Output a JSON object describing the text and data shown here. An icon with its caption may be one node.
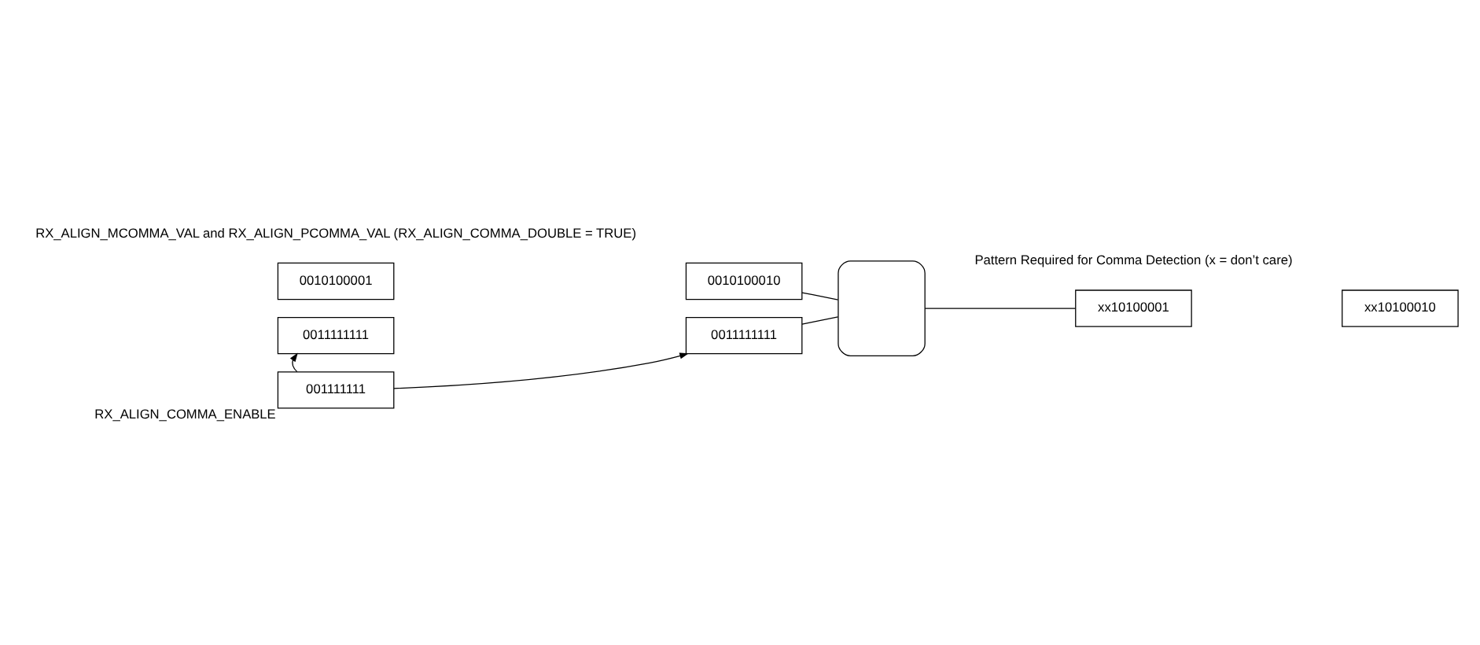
{
  "diagram": {
    "nodes": [
      {
        "text": [
          "0010100001"
        ]
      },
      {
        "text": [
          "0010100010"
        ]
      },
      {
        "text": [
          "0011111111"
        ]
      },
      {
        "text": [
          "0011111111"
        ]
      },
      {
        "text": [],
        "shape": "gate"
      },
      {
        "text": [
          "xx10100001"
        ]
      },
      {
        "text": [
          "xx10100010"
        ]
      },
      {
        "text": [
          "001111111"
        ],
        "beside": [
          "RX_ALIGN_COMMA_ENABLE"
        ]
      }
    ],
    "edges": [
      {
        "from": 1,
        "to": 4,
        "arrow": "none"
      },
      {
        "from": 3,
        "to": 4,
        "arrow": "none"
      },
      {
        "from": 4,
        "to": 5,
        "arrow": "none"
      },
      {
        "from": 7,
        "to": 2,
        "arrow": "to"
      },
      {
        "from": 7,
        "to": 3,
        "arrow": "to"
      }
    ],
    "labels": [
      "RX_ALIGN_MCOMMA_VAL and RX_ALIGN_PCOMMA_VAL (RX_ALIGN_COMMA_DOUBLE = TRUE)",
      "Pattern Required for Comma Detection (x = don’t care)"
    ]
  }
}
